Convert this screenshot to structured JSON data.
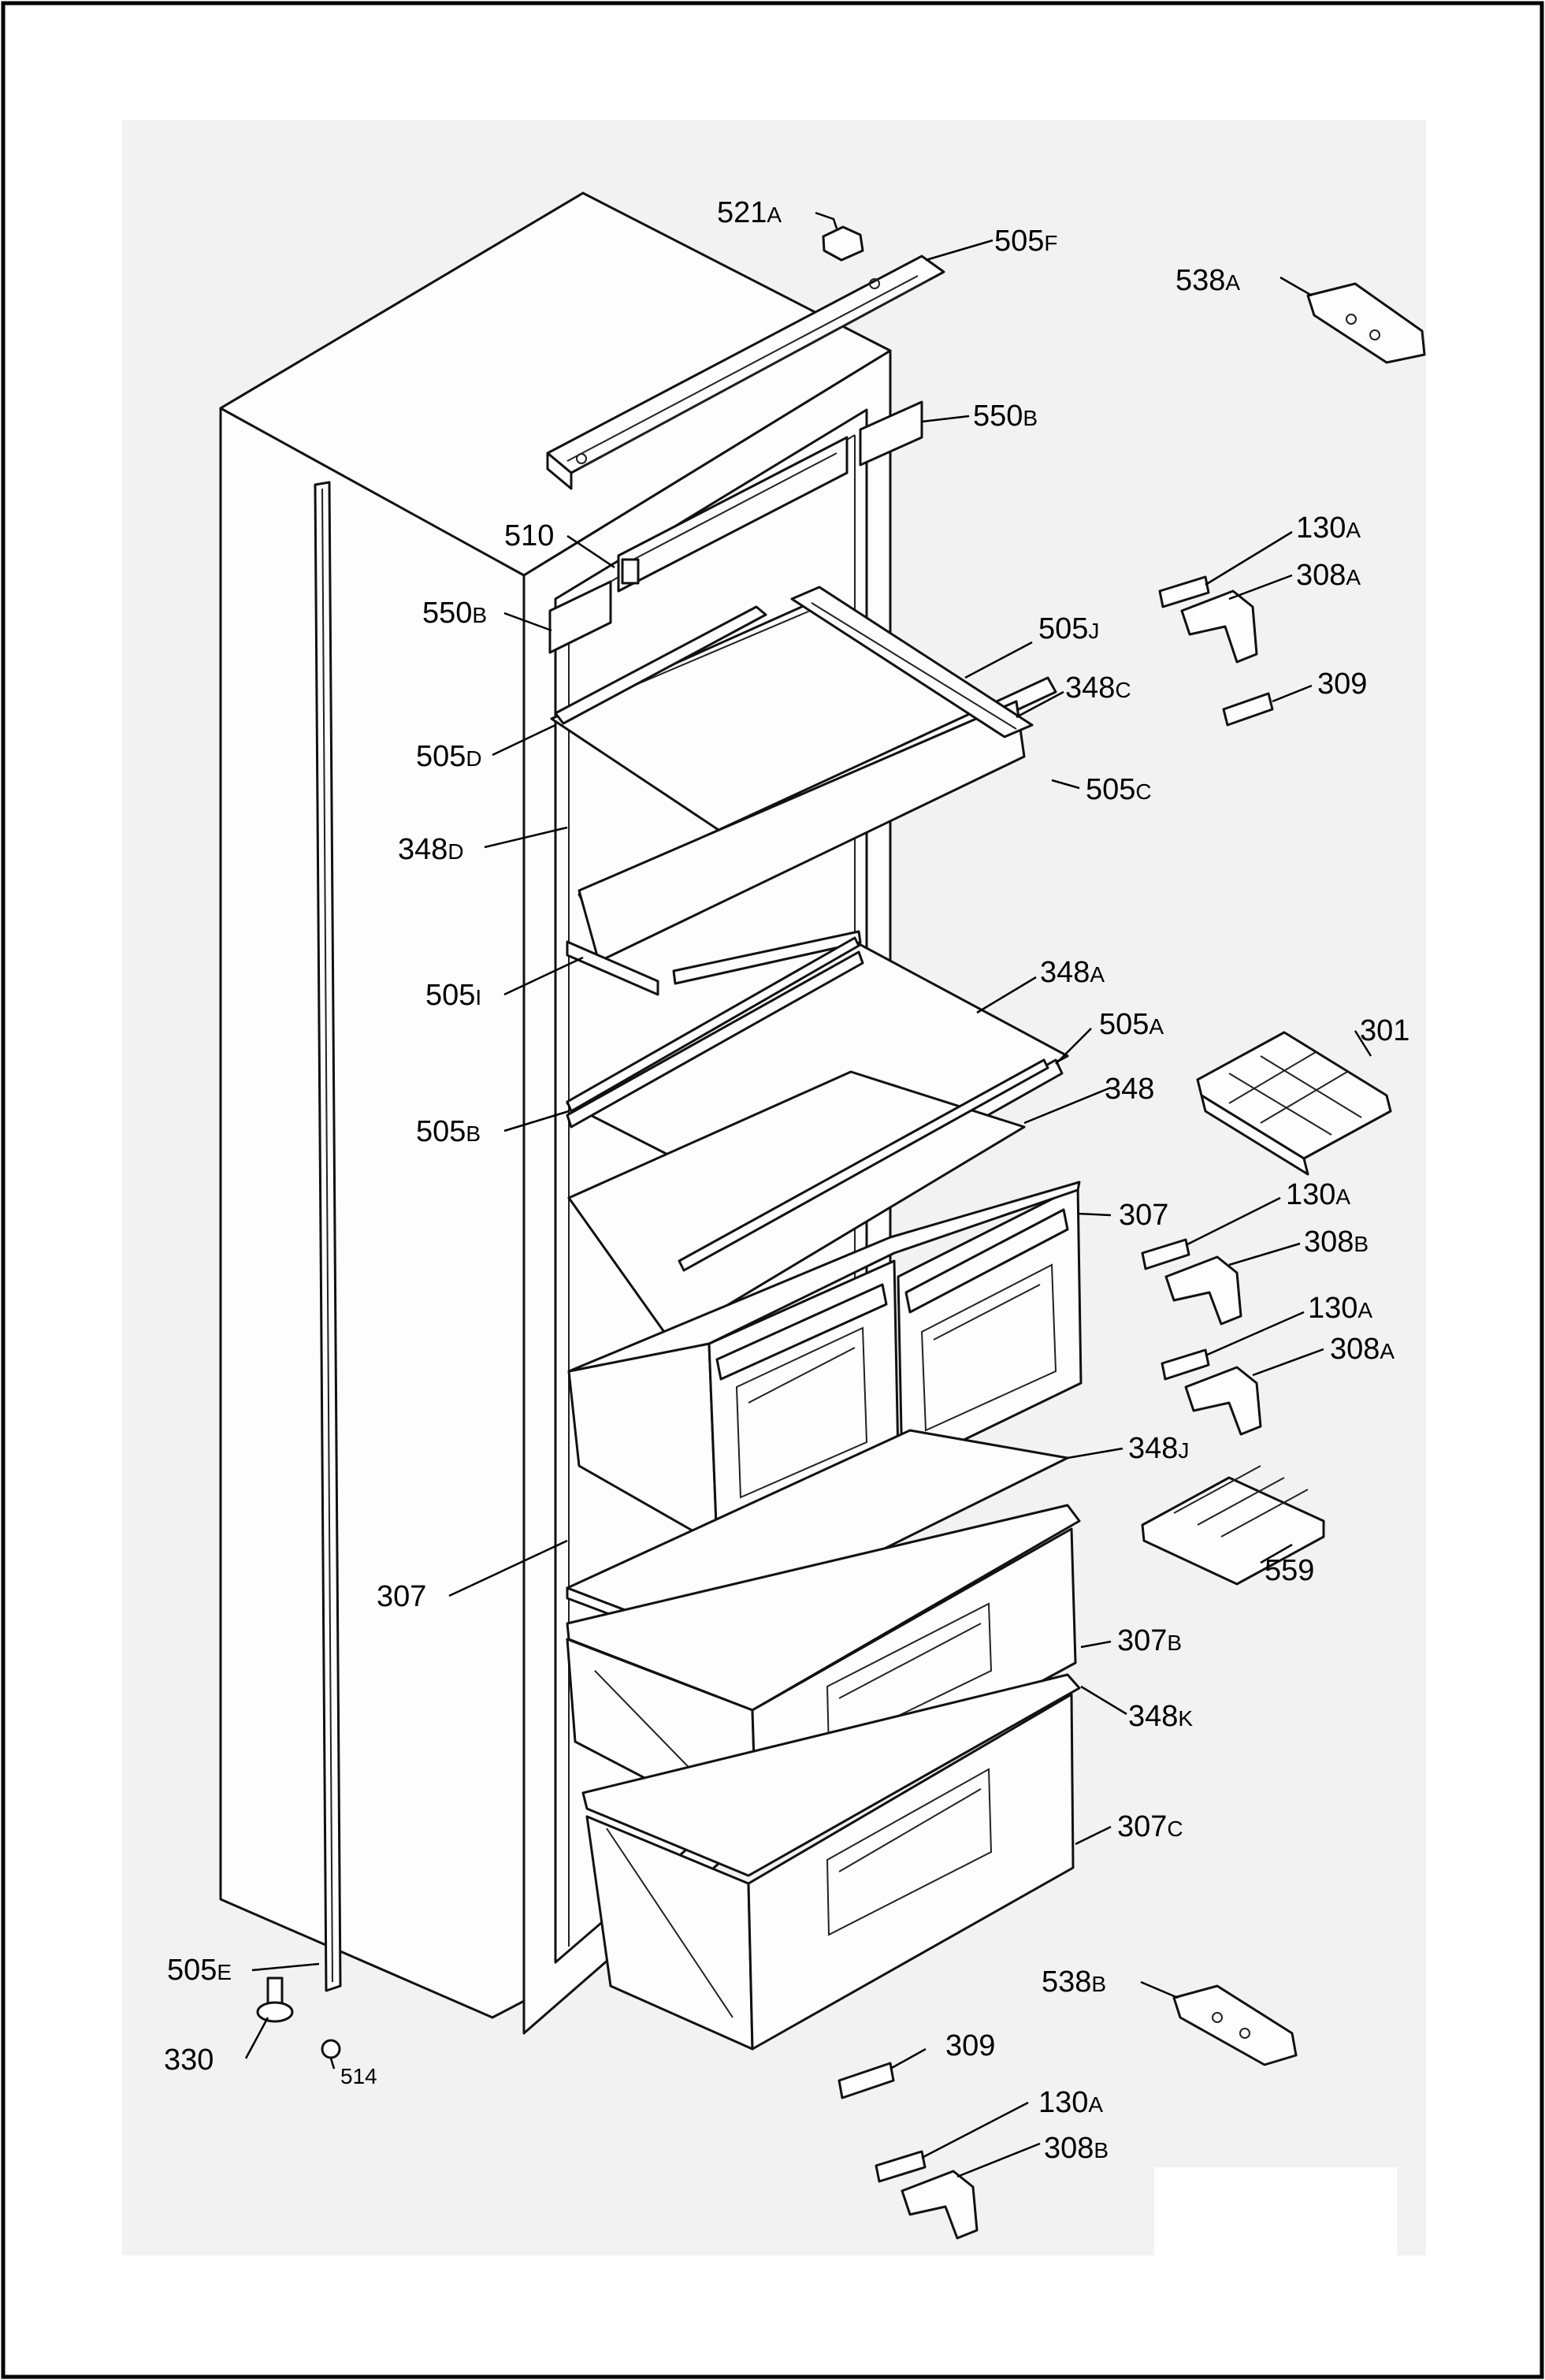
{
  "colors": {
    "background": "#ffffff",
    "panel": "#f2f2f2",
    "ink": "#111111"
  },
  "labels": [
    {
      "id": "521A",
      "num": "521",
      "suf": "A"
    },
    {
      "id": "505F",
      "num": "505",
      "suf": "F"
    },
    {
      "id": "538A",
      "num": "538",
      "suf": "A"
    },
    {
      "id": "550B-r",
      "num": "550",
      "suf": "B"
    },
    {
      "id": "510",
      "num": "510",
      "suf": ""
    },
    {
      "id": "550B-l",
      "num": "550",
      "suf": "B"
    },
    {
      "id": "130A-1",
      "num": "130",
      "suf": "A"
    },
    {
      "id": "308A-1",
      "num": "308",
      "suf": "A"
    },
    {
      "id": "505J",
      "num": "505",
      "suf": "J"
    },
    {
      "id": "348C",
      "num": "348",
      "suf": "C"
    },
    {
      "id": "309-1",
      "num": "309",
      "suf": ""
    },
    {
      "id": "505D",
      "num": "505",
      "suf": "D"
    },
    {
      "id": "505C",
      "num": "505",
      "suf": "C"
    },
    {
      "id": "348D",
      "num": "348",
      "suf": "D"
    },
    {
      "id": "348A",
      "num": "348",
      "suf": "A"
    },
    {
      "id": "505I",
      "num": "505",
      "suf": "I"
    },
    {
      "id": "505A",
      "num": "505",
      "suf": "A"
    },
    {
      "id": "301",
      "num": "301",
      "suf": ""
    },
    {
      "id": "348",
      "num": "348",
      "suf": ""
    },
    {
      "id": "505B",
      "num": "505",
      "suf": "B"
    },
    {
      "id": "307-r",
      "num": "307",
      "suf": ""
    },
    {
      "id": "130A-2",
      "num": "130",
      "suf": "A"
    },
    {
      "id": "308B-1",
      "num": "308",
      "suf": "B"
    },
    {
      "id": "130A-3",
      "num": "130",
      "suf": "A"
    },
    {
      "id": "308A-2",
      "num": "308",
      "suf": "A"
    },
    {
      "id": "348J",
      "num": "348",
      "suf": "J"
    },
    {
      "id": "559",
      "num": "559",
      "suf": ""
    },
    {
      "id": "307-l",
      "num": "307",
      "suf": ""
    },
    {
      "id": "307B",
      "num": "307",
      "suf": "B"
    },
    {
      "id": "348K",
      "num": "348",
      "suf": "K"
    },
    {
      "id": "307C",
      "num": "307",
      "suf": "C"
    },
    {
      "id": "505E",
      "num": "505",
      "suf": "E"
    },
    {
      "id": "538B",
      "num": "538",
      "suf": "B"
    },
    {
      "id": "330",
      "num": "330",
      "suf": ""
    },
    {
      "id": "514",
      "num": "514",
      "suf": ""
    },
    {
      "id": "309-2",
      "num": "309",
      "suf": ""
    },
    {
      "id": "130A-4",
      "num": "130",
      "suf": "A"
    },
    {
      "id": "308B-2",
      "num": "308",
      "suf": "B"
    }
  ]
}
